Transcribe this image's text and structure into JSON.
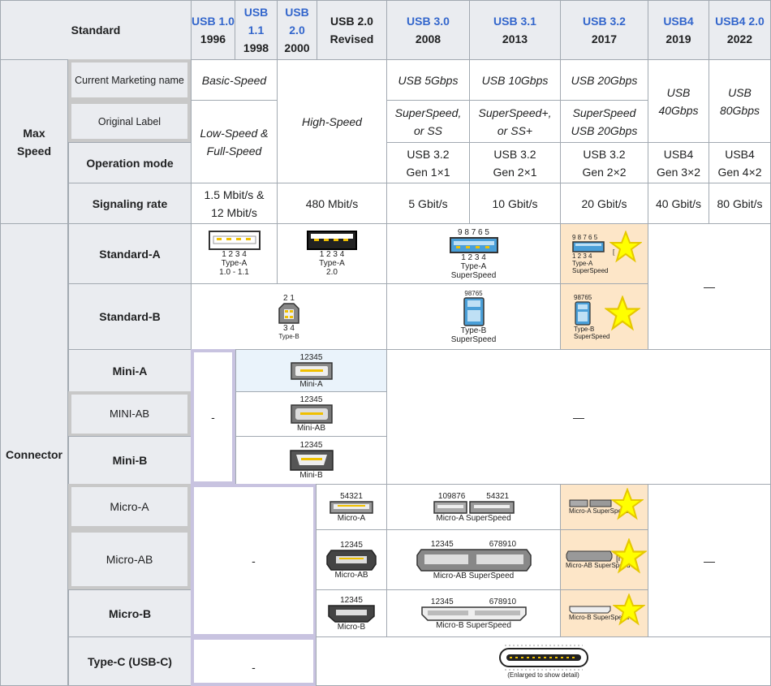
{
  "header": {
    "standard": "Standard",
    "versions": [
      {
        "name": "USB 1.0",
        "year": "1996"
      },
      {
        "name": "USB 1.1",
        "year": "1998"
      },
      {
        "name": "USB 2.0",
        "year": "2000"
      },
      {
        "name": "USB 2.0 Revised",
        "year": ""
      },
      {
        "name": "USB 3.0",
        "year": "2008"
      },
      {
        "name": "USB 3.1",
        "year": "2013"
      },
      {
        "name": "USB 3.2",
        "year": "2017"
      },
      {
        "name": "USB4",
        "year": "2019"
      },
      {
        "name": "USB4 2.0",
        "year": "2022"
      }
    ]
  },
  "max_speed": {
    "group_label": "Max Speed",
    "rows": {
      "marketing": "Current Marketing name",
      "original": "Original Label",
      "operation": "Operation mode",
      "signaling": "Signaling rate"
    },
    "values": {
      "basic_speed": "Basic-Speed",
      "low_full": "Low-Speed & Full-Speed",
      "high_speed": "High-Speed",
      "usb5": "USB 5Gbps",
      "usb10": "USB 10Gbps",
      "usb20": "USB 20Gbps",
      "usb40": "USB 40Gbps",
      "usb80": "USB 80Gbps",
      "ss": "SuperSpeed, or SS",
      "ssplus": "SuperSpeed+, or SS+",
      "ss20": "SuperSpeed USB 20Gbps",
      "gen11": "USB 3.2 Gen 1×1",
      "gen21": "USB 3.2 Gen 2×1",
      "gen22": "USB 3.2 Gen 2×2",
      "usb4gen3": "USB4 Gen 3×2",
      "usb4gen4": "USB4 Gen 4×2",
      "rate_low": "1.5 Mbit/s & 12 Mbit/s",
      "rate_480": "480 Mbit/s",
      "rate_5": "5 Gbit/s",
      "rate_10": "10 Gbit/s",
      "rate_20": "20 Gbit/s",
      "rate_40": "40 Gbit/s",
      "rate_80": "80 Gbit/s"
    }
  },
  "connector": {
    "group_label": "Connector",
    "rows": {
      "std_a": "Standard-A",
      "std_b": "Standard-B",
      "mini_a": "Mini-A",
      "mini_ab": "MINI-AB",
      "mini_b": "Mini-B",
      "micro_a": "Micro-A",
      "micro_ab": "Micro-AB",
      "micro_b": "Micro-B",
      "type_c": "Type-C (USB-C)"
    },
    "dash": "-",
    "emdash": "—",
    "captions": {
      "typea_11_l1": "Type-A",
      "typea_11_l2": "1.0 - 1.1",
      "typea_11_pins": "1 2 3 4",
      "typea_20_l1": "Type-A",
      "typea_20_l2": "2.0",
      "typea_20_pins": "1 2 3 4",
      "typea_ss_l1": "Type-A",
      "typea_ss_l2": "SuperSpeed",
      "typea_ss_top": "9 8 7 6 5",
      "typea_ss_bot": "1 2 3 4",
      "typea_ss_small_l1": "Type-A",
      "typea_ss_small_l2": "SuperSpeed",
      "typea_ss_small_top": "9 8 7 6 5",
      "typea_ss_small_bot": "1 2 3 4",
      "typeb": "Type-B",
      "typeb_top": "2 1",
      "typeb_bot": "3 4",
      "typeb_ss_l1": "Type-B",
      "typeb_ss_l2": "SuperSpeed",
      "typeb_ss_top": "98765",
      "typeb_ss_small_top": "98765",
      "typeb_ss_small_l1": "Type-B",
      "typeb_ss_small_l2": "SuperSpeed",
      "mini_a": "Mini-A",
      "mini_ab": "Mini-AB",
      "mini_b": "Mini-B",
      "mini_pins": "12345",
      "micro_a": "Micro-A",
      "micro_a_pins": "54321",
      "micro_a_ss": "Micro-A SuperSpeed",
      "micro_a_ss_pins_l": "109876",
      "micro_a_ss_pins_r": "54321",
      "micro_ab": "Micro-AB",
      "micro_ab_pins": "12345",
      "micro_ab_ss": "Micro-AB SuperSpeed",
      "micro_ab_ss_pins_l": "12345",
      "micro_ab_ss_pins_r": "678910",
      "micro_b": "Micro-B",
      "micro_b_pins": "12345",
      "micro_b_ss": "Micro-B SuperSpeed",
      "micro_b_ss_pins_l": "12345",
      "micro_b_ss_pins_r": "678910",
      "usbc_note": "(Enlarged to show detail)",
      "ref_mark": "[",
      "ref_mark2": "[r"
    }
  },
  "colors": {
    "header_bg": "#eaecf0",
    "link": "#3366cc",
    "border": "#a2a9b1",
    "highlight": "#fde6c8",
    "star_fill": "#ffff00",
    "star_stroke": "#e6c800",
    "ss_blue": "#4a9fd8",
    "frame_gray": "#c8c8c8",
    "frame_purple": "#c8c3e0"
  },
  "icons": [
    "usb-type-a-icon",
    "usb-type-b-icon",
    "usb-mini-icon",
    "usb-micro-icon",
    "usb-c-icon",
    "star-icon"
  ]
}
